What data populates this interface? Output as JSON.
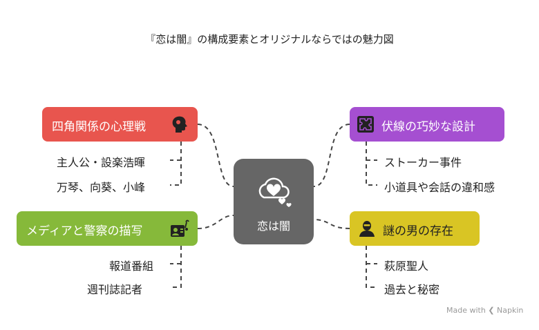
{
  "title": "『恋は闇』の構成要素とオリジナルならではの魅力図",
  "center": {
    "label": "恋は闇"
  },
  "branches": [
    {
      "label": "四角関係の心理戦",
      "icon": "head-profile-icon",
      "color": "#e8554e",
      "items": [
        "主人公・設楽浩暉",
        "万琴、向葵、小峰"
      ]
    },
    {
      "label": "伏線の巧妙な設計",
      "icon": "puzzle-icon",
      "color": "#a54fd1",
      "items": [
        "ストーカー事件",
        "小道具や会話の違和感"
      ]
    },
    {
      "label": "メディアと警察の描写",
      "icon": "news-camera-icon",
      "color": "#86b93a",
      "items": [
        "報道番組",
        "週刊誌記者"
      ]
    },
    {
      "label": "謎の男の存在",
      "icon": "masked-man-icon",
      "color": "#d9c524",
      "items": [
        "萩原聖人",
        "過去と秘密"
      ]
    }
  ],
  "watermark": {
    "prefix": "Made with",
    "brand": "Napkin"
  }
}
